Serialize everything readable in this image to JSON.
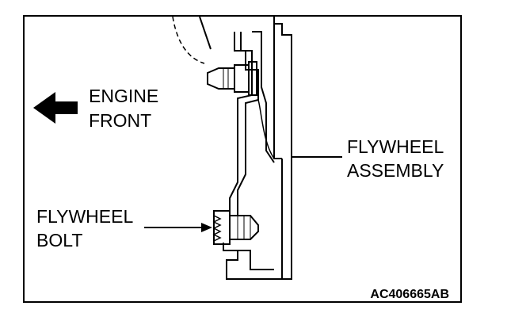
{
  "labels": {
    "engine_front_line1": "ENGINE",
    "engine_front_line2": "FRONT",
    "flywheel_assembly_line1": "FLYWHEEL",
    "flywheel_assembly_line2": "ASSEMBLY",
    "flywheel_bolt_line1": "FLYWHEEL",
    "flywheel_bolt_line2": "BOLT"
  },
  "figure_code": "AC406665AB",
  "icons": {
    "direction_arrow": "arrow-left-icon"
  },
  "colors": {
    "line": "#000000",
    "background": "#ffffff"
  }
}
